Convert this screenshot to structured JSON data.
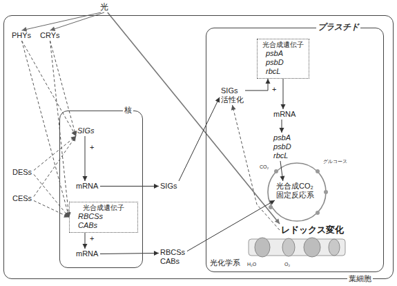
{
  "diagram": {
    "nodes": [
      {
        "text": [
          "光"
        ]
      },
      {
        "text": [
          "葉細胞"
        ]
      },
      {
        "text": [
          "PHYs"
        ],
        "in": 1
      },
      {
        "text": [
          "CRYs"
        ],
        "in": 1
      },
      {
        "text": [
          "核"
        ],
        "in": 1
      },
      {
        "text": [
          "SIGs"
        ],
        "in": 4
      },
      {
        "text": [
          "mRNA"
        ],
        "in": 4
      },
      {
        "text": [
          "光合成遺伝子",
          "RBCSs CABs"
        ],
        "in": 4
      },
      {
        "text": [
          "mRNA"
        ],
        "in": 4
      },
      {
        "text": [
          "DESs"
        ],
        "in": 1
      },
      {
        "text": [
          "CESs"
        ],
        "in": 1
      },
      {
        "text": [
          "SIGs"
        ],
        "in": 1
      },
      {
        "text": [
          "RBCSs CABs"
        ],
        "in": 1
      },
      {
        "text": [
          "プラスチド"
        ],
        "in": 1
      },
      {
        "text": [
          "光合成遺伝子",
          "psbA psbD rbcL"
        ],
        "in": 13
      },
      {
        "text": [
          "SIGs 活性化"
        ],
        "in": 13
      },
      {
        "text": [
          "mRNA"
        ],
        "in": 13
      },
      {
        "text": [
          "psbA psbD rbcL"
        ],
        "in": 13
      },
      {
        "text": [
          "光合成CO₂ 固定反応系"
        ],
        "in": 13
      },
      {
        "text": [
          "レドックス変化"
        ],
        "in": 13
      }
    ],
    "edges": [
      {
        "from": 0,
        "to": 2,
        "arrow": "to"
      },
      {
        "from": 0,
        "to": 3,
        "arrow": "to"
      },
      {
        "from": 0,
        "to": 19,
        "arrow": "to"
      },
      {
        "from": 2,
        "to": 5,
        "arrow": "to"
      },
      {
        "from": 2,
        "to": 7,
        "arrow": "to"
      },
      {
        "from": 3,
        "to": 5,
        "arrow": "to"
      },
      {
        "from": 3,
        "to": 7,
        "arrow": "to"
      },
      {
        "from": 9,
        "to": 5,
        "arrow": "to"
      },
      {
        "from": 9,
        "to": 7,
        "arrow": "to"
      },
      {
        "from": 10,
        "to": 5,
        "arrow": "to"
      },
      {
        "from": 10,
        "to": 7,
        "arrow": "to"
      },
      {
        "from": 5,
        "to": 6,
        "arrow": "to"
      },
      {
        "from": 6,
        "to": 11,
        "arrow": "to"
      },
      {
        "from": 11,
        "to": 15,
        "arrow": "to"
      },
      {
        "from": 7,
        "to": 8,
        "arrow": "to"
      },
      {
        "from": 8,
        "to": 12,
        "arrow": "to"
      },
      {
        "from": 12,
        "to": 18,
        "arrow": "to"
      },
      {
        "from": 15,
        "to": 14,
        "arrow": "to"
      },
      {
        "from": 14,
        "to": 16,
        "arrow": "to"
      },
      {
        "from": 16,
        "to": 17,
        "arrow": "to"
      },
      {
        "from": 17,
        "to": 18,
        "arrow": "to"
      },
      {
        "from": 19,
        "to": 15,
        "arrow": "to"
      }
    ],
    "labels": [
      "+",
      "+",
      "+",
      "光化学系",
      "グルコース",
      "CO₂",
      "H₂O",
      "O₂"
    ]
  }
}
